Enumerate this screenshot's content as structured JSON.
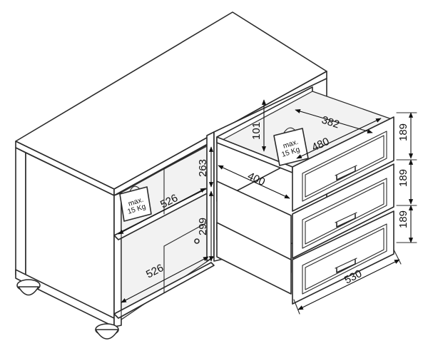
{
  "dimensions": {
    "shelf_depth_top": "526",
    "shelf_depth_bottom": "526",
    "shelf_height_upper": "263",
    "shelf_height_lower": "299",
    "drawer_inner_height": "101",
    "drawer_inner_width": "382",
    "drawer_inner_depth": "480",
    "drawer_side_depth": "400",
    "drawer_front_height_1": "189",
    "drawer_front_height_2": "189",
    "drawer_front_height_3": "189",
    "total_depth": "530"
  },
  "weight_labels": {
    "shelf_line1": "max.",
    "shelf_line2": "15 Kg",
    "drawer_line1": "max.",
    "drawer_line2": "15 Kg"
  }
}
